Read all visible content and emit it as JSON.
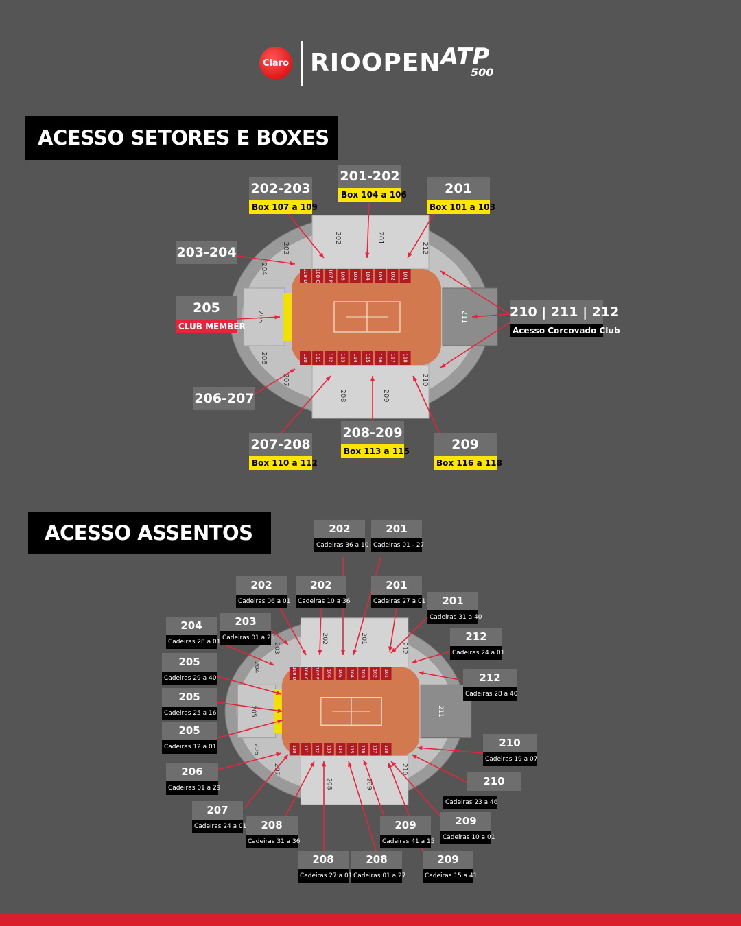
{
  "logos": {
    "claro": "Claro",
    "event": "RIOOPEN",
    "tour": "ATP",
    "tour_level": "500"
  },
  "section1": {
    "title": "ACESSO SETORES E BOXES",
    "labels": [
      {
        "num": "202-203",
        "sub": "Box 107 a 109"
      },
      {
        "num": "201-202",
        "sub": "Box 104 a 106"
      },
      {
        "num": "201",
        "sub": "Box 101 a 103"
      },
      {
        "num": "203-204",
        "sub": ""
      },
      {
        "num": "205",
        "sub": "CLUB MEMBER"
      },
      {
        "num": "210 | 211 | 212",
        "sub": "Acesso Corcovado Club"
      },
      {
        "num": "206-207",
        "sub": ""
      },
      {
        "num": "207-208",
        "sub": "Box 110 a 112"
      },
      {
        "num": "208-209",
        "sub": "Box 113 a 115"
      },
      {
        "num": "209",
        "sub": "Box 116 a 118"
      }
    ]
  },
  "section2": {
    "title": "ACESSO ASSENTOS",
    "labels": [
      {
        "num": "202",
        "sub": "Cadeiras 36 a 10"
      },
      {
        "num": "201",
        "sub": "Cadeiras 01 - 27"
      },
      {
        "num": "202",
        "sub": "Cadeiras 06 a 01"
      },
      {
        "num": "202",
        "sub": "Cadeiras 10 a 36"
      },
      {
        "num": "201",
        "sub": "Cadeiras 27 a 01"
      },
      {
        "num": "201",
        "sub": "Cadeiras 31 a 40"
      },
      {
        "num": "203",
        "sub": "Cadeiras 01 a 25"
      },
      {
        "num": "204",
        "sub": "Cadeiras 28 a 01"
      },
      {
        "num": "212",
        "sub": "Cadeiras 24 a 01"
      },
      {
        "num": "205",
        "sub": "Cadeiras 29 a 40"
      },
      {
        "num": "212",
        "sub": "Cadeiras 28 a 40"
      },
      {
        "num": "205",
        "sub": "Cadeiras 25 a 16"
      },
      {
        "num": "205",
        "sub": "Cadeiras 12 a 01"
      },
      {
        "num": "210",
        "sub": "Cadeiras 19 a 07"
      },
      {
        "num": "206",
        "sub": "Cadeiras 01 a 29"
      },
      {
        "num": "210",
        "sub": "Cadeiras 23 a 46"
      },
      {
        "num": "207",
        "sub": "Cadeiras 24 a 01"
      },
      {
        "num": "208",
        "sub": "Cadeiras 31 a 36"
      },
      {
        "num": "209",
        "sub": "Cadeiras 41 a 15"
      },
      {
        "num": "209",
        "sub": "Cadeiras 10 a 01"
      },
      {
        "num": "208",
        "sub": "Cadeiras 27 a 01"
      },
      {
        "num": "208",
        "sub": "Cadeiras 01 a 27"
      },
      {
        "num": "209",
        "sub": "Cadeiras 15 a 41"
      }
    ]
  },
  "stadium": {
    "sectors": [
      "201",
      "202",
      "203",
      "204",
      "205",
      "206",
      "207",
      "208",
      "209",
      "210",
      "211",
      "212"
    ],
    "boxes_top": [
      "109 D",
      "108 C",
      "107 P",
      "106",
      "105",
      "104",
      "103",
      "102",
      "101"
    ],
    "boxes_bottom": [
      "110",
      "111",
      "112",
      "113",
      "114",
      "115",
      "116",
      "117",
      "118"
    ]
  },
  "colors": {
    "background": "#555555",
    "yellow": "#ffe600",
    "red": "#e8243b",
    "arrow": "#e8243b",
    "court": "#c8754f",
    "bar": "#d81f2a"
  }
}
